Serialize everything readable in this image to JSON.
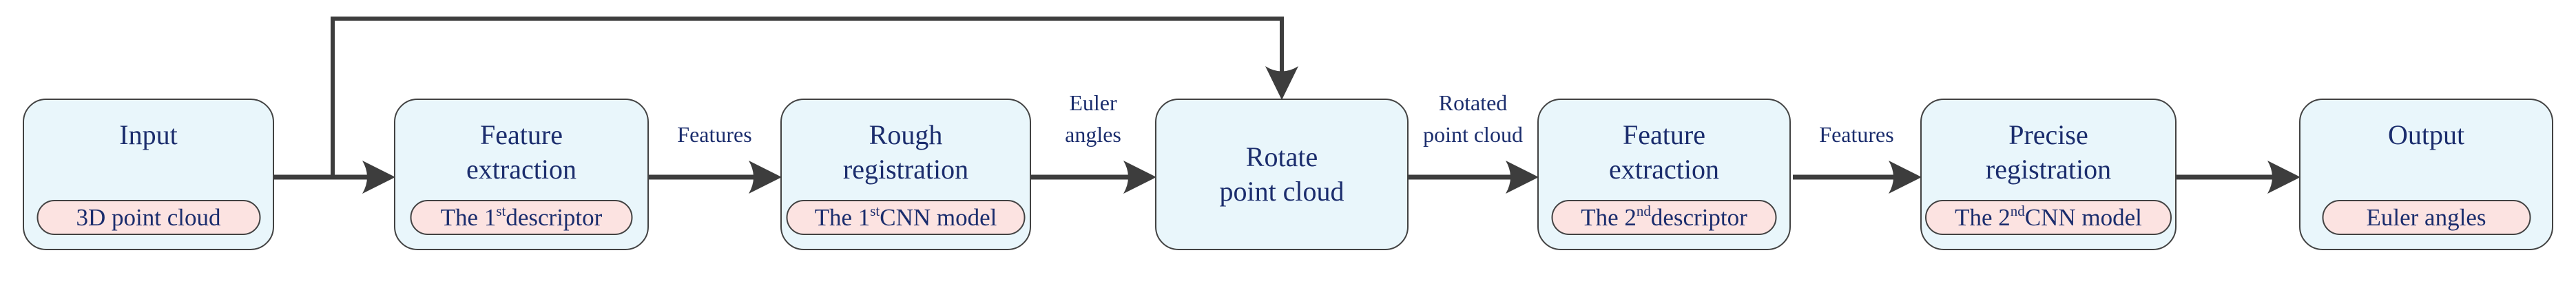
{
  "diagram": {
    "description": "Two-stage point-cloud registration pipeline flowchart"
  },
  "colors": {
    "node_fill": "#e9f6fb",
    "node_border": "#424242",
    "badge_fill": "#fce3e1",
    "badge_border": "#424242",
    "text": "#1b2d6d",
    "arrow": "#3d3d3d",
    "background": "#ffffff"
  },
  "nodes": [
    {
      "id": "input",
      "title_lines": [
        "Input"
      ],
      "badge": "3D point cloud"
    },
    {
      "id": "feature-extraction-1",
      "title_lines": [
        "Feature",
        "extraction"
      ],
      "badge_pre": "The 1",
      "badge_sup": "st",
      "badge_post": " descriptor"
    },
    {
      "id": "rough-registration",
      "title_lines": [
        "Rough",
        "registration"
      ],
      "badge_pre": "The 1",
      "badge_sup": "st",
      "badge_post": " CNN model"
    },
    {
      "id": "rotate-point-cloud",
      "title_lines": [
        "Rotate",
        "point cloud"
      ]
    },
    {
      "id": "feature-extraction-2",
      "title_lines": [
        "Feature",
        "extraction"
      ],
      "badge_pre": "The 2",
      "badge_sup": "nd",
      "badge_post": " descriptor"
    },
    {
      "id": "precise-registration",
      "title_lines": [
        "Precise",
        "registration"
      ],
      "badge_pre": "The 2",
      "badge_sup": "nd",
      "badge_post": " CNN model"
    },
    {
      "id": "output",
      "title_lines": [
        "Output"
      ],
      "badge": "Euler angles"
    }
  ],
  "edges": [
    {
      "from": "input",
      "to": "feature-extraction-1",
      "label_lines": []
    },
    {
      "from": "feature-extraction-1",
      "to": "rough-registration",
      "label_lines": [
        "Features"
      ]
    },
    {
      "from": "rough-registration",
      "to": "rotate-point-cloud",
      "label_lines": [
        "Euler",
        "angles"
      ]
    },
    {
      "from": "rotate-point-cloud",
      "to": "feature-extraction-2",
      "label_lines": [
        "Rotated",
        "point cloud"
      ]
    },
    {
      "from": "feature-extraction-2",
      "to": "precise-registration",
      "label_lines": [
        "Features"
      ]
    },
    {
      "from": "precise-registration",
      "to": "output",
      "label_lines": []
    },
    {
      "from": "input",
      "to": "rotate-point-cloud",
      "type": "feedback",
      "label_lines": []
    }
  ]
}
